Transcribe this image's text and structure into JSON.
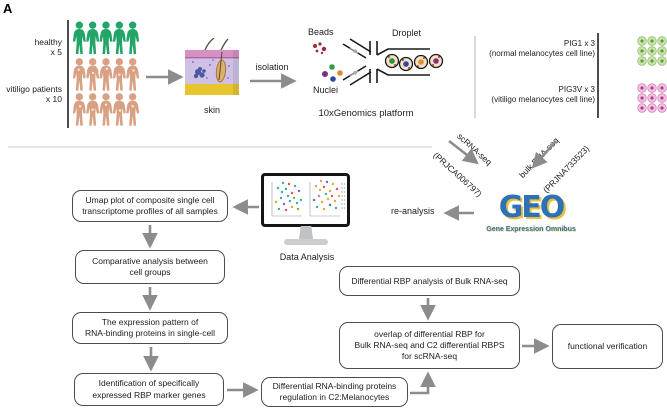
{
  "panel_label": "A",
  "top": {
    "healthy_label": [
      "healthy",
      "x 5"
    ],
    "vitiligo_label": [
      "vitiligo patients",
      "x 10"
    ],
    "skin_label": "skin",
    "isolation_label": "isolation",
    "beads_label": "Beads",
    "droplet_label": "Droplet",
    "nuclei_label": "Nuclei",
    "platform_label": "10xGenomics platform",
    "pig1_label": [
      "PIG1 x 3",
      "(normal melanocytes cell line)"
    ],
    "pig3v_label": [
      "PIG3V x 3",
      "(vitiligo melanocytes cell line)"
    ]
  },
  "middle": {
    "scrna_label": "scRNA-seq",
    "scrna_accession": "(PRJCA006797)",
    "bulk_label": "bulk RNA-seq",
    "bulk_accession": "(PRJNA733523)",
    "geo_logo_text": "GEO",
    "geo_subtitle": "Gene Expression Omnibus",
    "reanalysis_label": "re-analysis",
    "data_analysis_label": "Data Analysis"
  },
  "flowchart": {
    "umap_box": [
      "Umap plot of composite single cell",
      "transcriptome profiles of all samples"
    ],
    "comparative_box": [
      "Comparative analysis between",
      "cell groups"
    ],
    "expression_box": [
      "The expression pattern of",
      "RNA-binding proteins in single-cell"
    ],
    "identification_box": [
      "Identification of specifically",
      "expressed RBP marker genes"
    ],
    "diff_rbp_bulk_box": "Differential RBP analysis of Bulk RNA-seq",
    "overlap_box": [
      "overlap of differential RBP for",
      "Bulk RNA-seq and C2 differential RBPS",
      "for scRNA-seq"
    ],
    "diff_rna_binding_box": [
      "Differential RNA-binding proteins",
      "regulation in C2:Melanocytes"
    ],
    "functional_box": "functional verification"
  },
  "colors": {
    "healthy_person": "#23a469",
    "vitiligo_person": "#d9a184",
    "arrow_gray": "#8c8c8c",
    "geo_blue": "#2e71b8",
    "geo_yellow": "#e8c23a",
    "normal_cell_fill": "#cde3ad",
    "normal_cell_dot": "#5d9c43",
    "vitiligo_cell_fill": "#f2c4e0",
    "vitiligo_cell_dot": "#b03b8e"
  },
  "icons": {
    "person_icon": "human silhouette pictogram",
    "skin_icon": "skin cross-section block",
    "microfluidic_icon": "10x droplet microfluidics channel",
    "cell_grid_icon": "3x3 cultured cell grid",
    "monitor_icon": "desktop monitor with UMAP plots",
    "geo_logo_icon": "GEO Gene Expression Omnibus logo"
  }
}
